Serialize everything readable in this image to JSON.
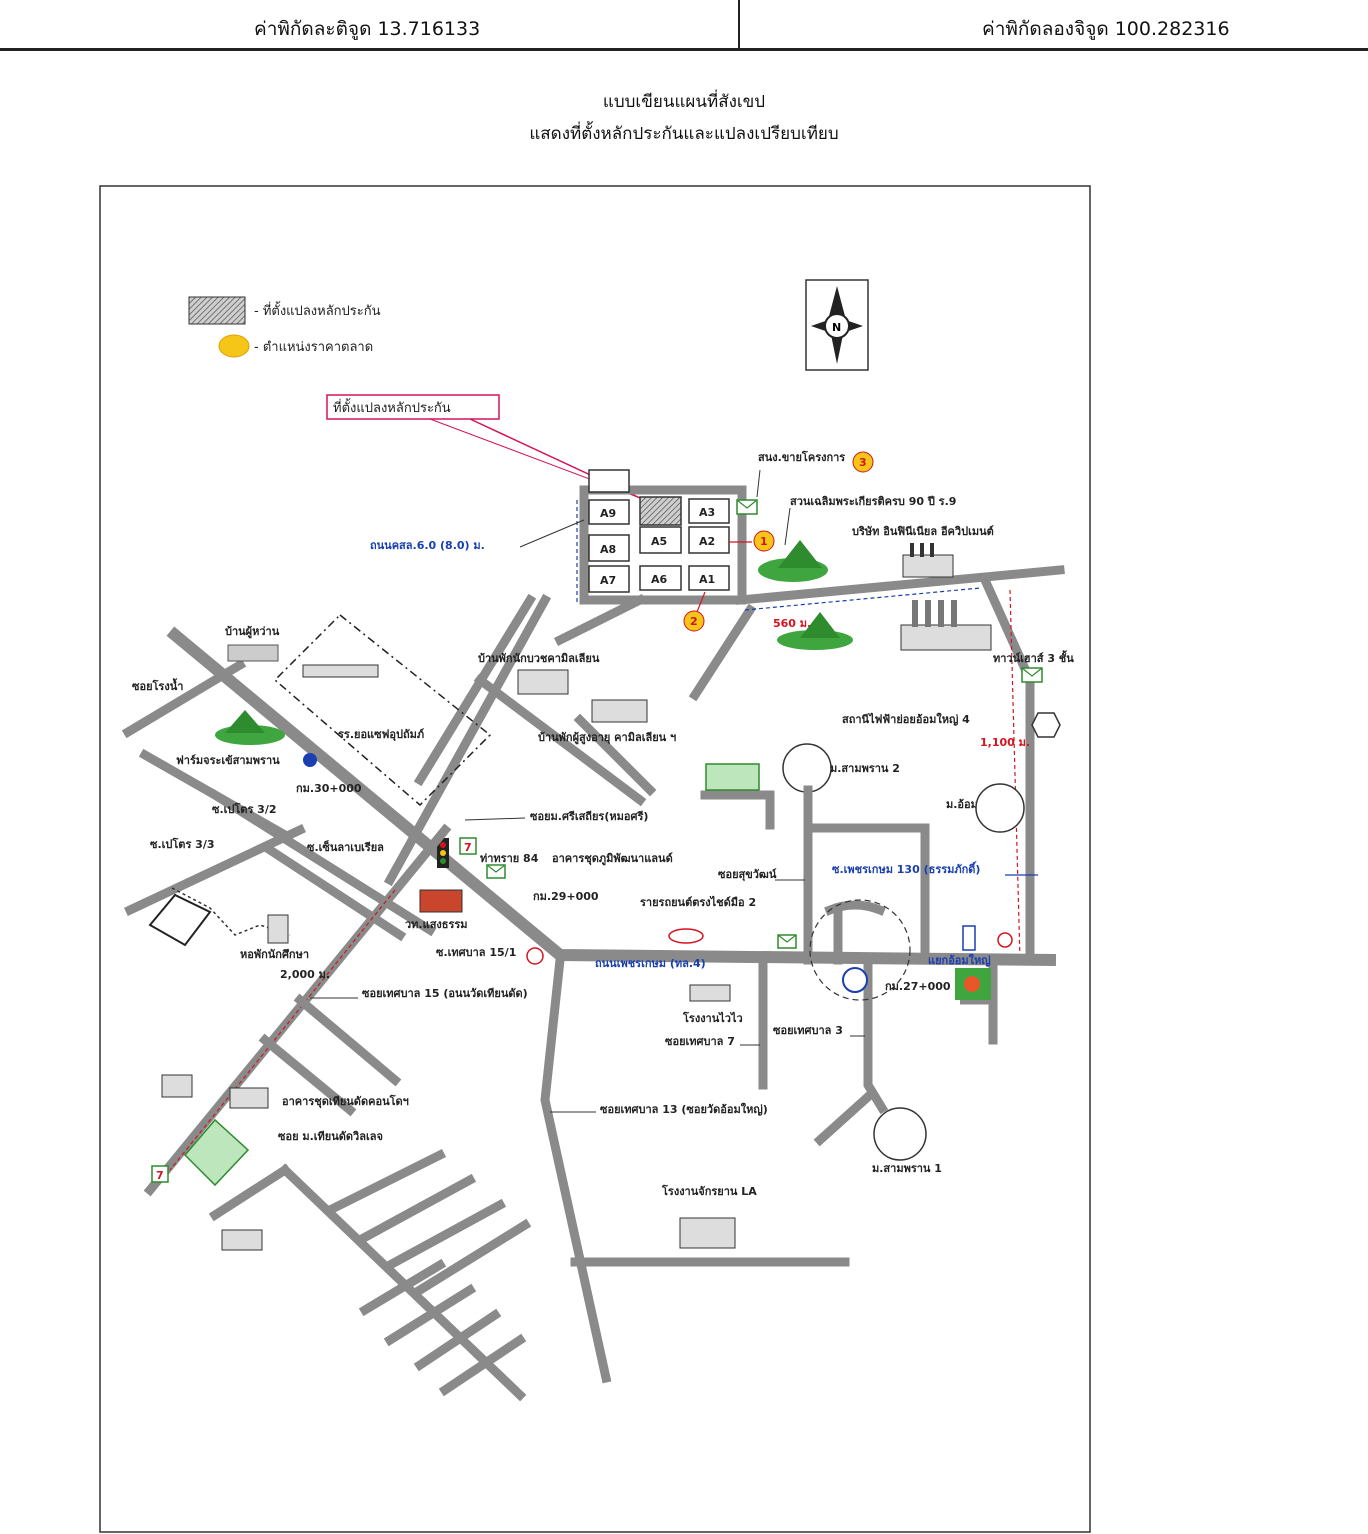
{
  "header": {
    "latitude": "ค่าพิกัดละติจูด 13.716133",
    "longitude": "ค่าพิกัดลองจิจูด 100.282316"
  },
  "title": {
    "line1": "แบบเขียนแผนที่สังเขป",
    "line2": "แสดงที่ตั้งหลักประกันและแปลงเปรียบเทียบ"
  },
  "legend": {
    "collateral": "- ที่ตั้งแปลงหลักประกัน",
    "market_price": "- ตำแหน่งราคาตลาด"
  },
  "callout": "ที่ตั้งแปลงหลักประกัน",
  "compass": "N",
  "plots": [
    "A9",
    "A3",
    "A8",
    "A5",
    "A2",
    "A7",
    "A6",
    "A1"
  ],
  "markers": [
    "1",
    "2",
    "3"
  ],
  "labels": {
    "project_office": "สนง.ขายโครงการ",
    "park": "สวนเฉลิมพระเกียรติครบ 90 ปี ร.9",
    "company": "บริษัท อินฟินีเนียล อีควิปเมนต์",
    "concrete_road": "ถนนคสล.6.0 (8.0) ม.",
    "dist_560": "560 ม.",
    "townhouse": "ทาวน์เฮาส์ 3 ชั้น",
    "fire_station": "สถานีไฟฟ้าย่อยอ้อมใหญ่ 4",
    "dist_1100": "1,100 ม.",
    "village_sam_phran_2": "ม.สามพราน 2",
    "village_om_noi": "ม.อ้อมน้อยวิลล์",
    "phetkasem_130": "ซ.เพชรเกษม 130 (ธรรมภักดิ์)",
    "village_head": "บ้านผู้หว่าน",
    "soi_rong_nam": "ซอยโรงน้ำ",
    "school": "รร.ยอแซฟอุปถัมภ์",
    "monk_house": "บ้านพักนักบวชคามิลเลียน",
    "elderly_house": "บ้านพักผู้สูงอายุ คามิลเลียน ฯ",
    "farm": "ฟาร์มจระเข้สามพราน",
    "km30": "กม.30+000",
    "soi_si": "ซอยม.ศรีเสถียร(หมอศรี)",
    "s_pracha_32": "ซ.เปโตร 3/2",
    "s_pracha_33": "ซ.เปโตร 3/3",
    "s_hiran": "ซ.เซ็นลาเบเรียล",
    "post_84": "ท่าทราย 84",
    "condo": "อาคารชุดภูมิพัฒนาแลนด์",
    "soi_suwat": "ซอยสุขวัฒน์",
    "km29": "กม.29+000",
    "car_dealer": "รายรถยนต์ตรงไชด์มือ 2",
    "college": "วท.แสงธรรม",
    "dorm": "หอพักนักศึกษา",
    "dist_2000": "2,000 ม.",
    "s_thesaban_151": "ซ.เทศบาล 15/1",
    "phetkasem_rd": "ถนนเพชรเกษม (ทล.4)",
    "highway_junction": "แยกอ้อมใหญ่",
    "km27": "กม.27+000",
    "soi_thesaban_15": "ซอยเทศบาล 15 (อนนวัดเทียนดัด)",
    "factory_1": "โรงงานไวไว",
    "soi_thesaban_7": "ซอยเทศบาล 7",
    "soi_thesaban_3": "ซอยเทศบาล 3",
    "soi_thesaban_13": "ซอยเทศบาล 13 (ซอยวัดอ้อมใหญ่)",
    "condo_tiandat": "อาคารชุดเทียนดัดคอนโดฯ",
    "soi_tiandat": "ซอย ม.เทียนดัดวิลเลจ",
    "village_sam_phran_1": "ม.สามพราน 1",
    "factory_la": "โรงงานจักรยาน LA",
    "seven_eleven": "7"
  },
  "colors": {
    "road": "#8a8a8a",
    "marker": "#f5c518",
    "callout_border": "#d4145a",
    "blue_text": "#1a3fb0",
    "red_text": "#d4141f",
    "tree": "#2e8b2e"
  }
}
